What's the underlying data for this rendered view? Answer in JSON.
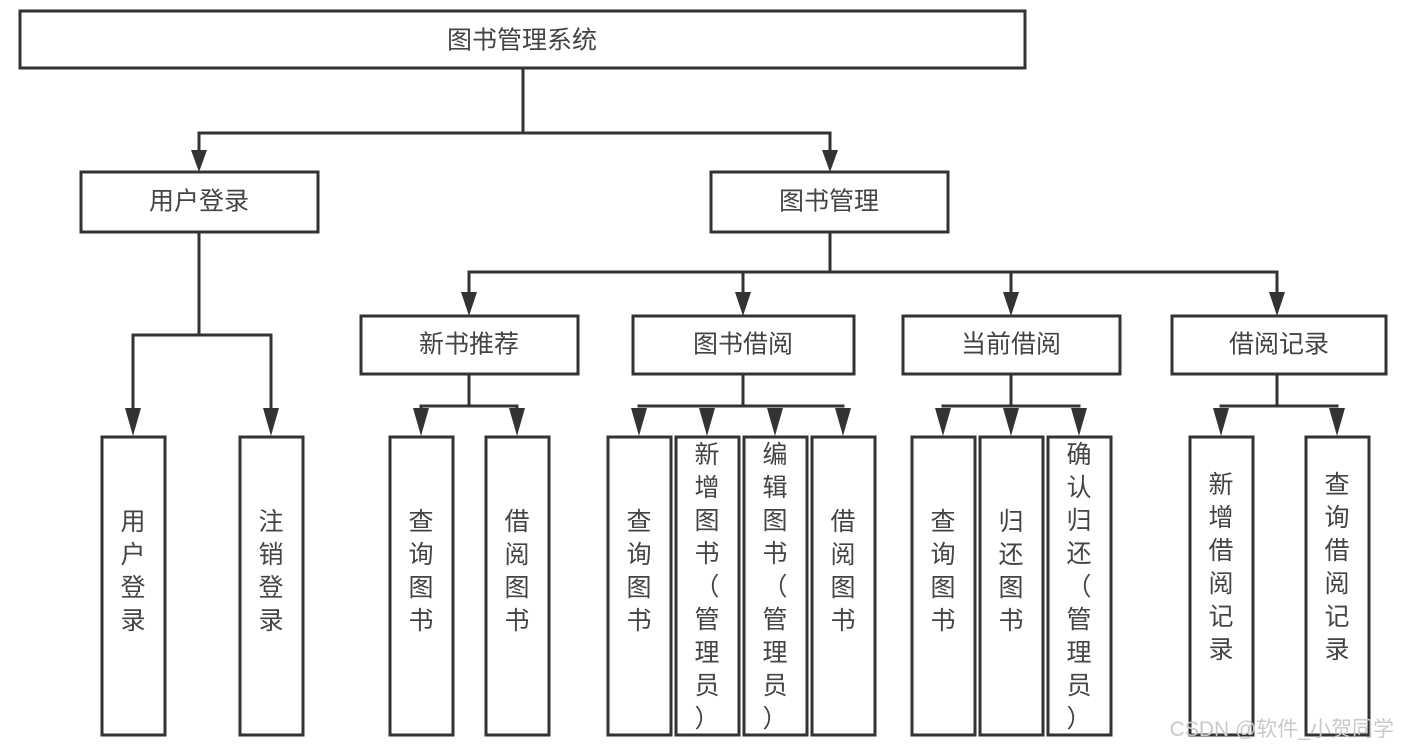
{
  "diagram": {
    "title": "图书管理系统",
    "type": "tree-hierarchy-diagram",
    "colors": {
      "stroke": "#333333",
      "fill": "#ffffff",
      "text": "#444444",
      "watermark": "#c9c9c9"
    },
    "root": {
      "label": "图书管理系统"
    },
    "level2": [
      {
        "label": "用户登录"
      },
      {
        "label": "图书管理"
      }
    ],
    "level3": [
      {
        "label": "新书推荐"
      },
      {
        "label": "图书借阅"
      },
      {
        "label": "当前借阅"
      },
      {
        "label": "借阅记录"
      }
    ],
    "leaves": {
      "user_login": [
        {
          "label": "用户登录"
        },
        {
          "label": "注销登录"
        }
      ],
      "new_book_recommend": [
        {
          "label": "查询图书"
        },
        {
          "label": "借阅图书"
        }
      ],
      "book_borrow": [
        {
          "label": "查询图书"
        },
        {
          "label": "新增图书（管理员）"
        },
        {
          "label": "编辑图书（管理员）"
        },
        {
          "label": "借阅图书"
        }
      ],
      "current_borrow": [
        {
          "label": "查询图书"
        },
        {
          "label": "归还图书"
        },
        {
          "label": "确认归还（管理员）"
        }
      ],
      "borrow_record": [
        {
          "label": "新增借阅记录"
        },
        {
          "label": "查询借阅记录"
        }
      ]
    },
    "watermark": "CSDN @软件_小贺同学"
  }
}
